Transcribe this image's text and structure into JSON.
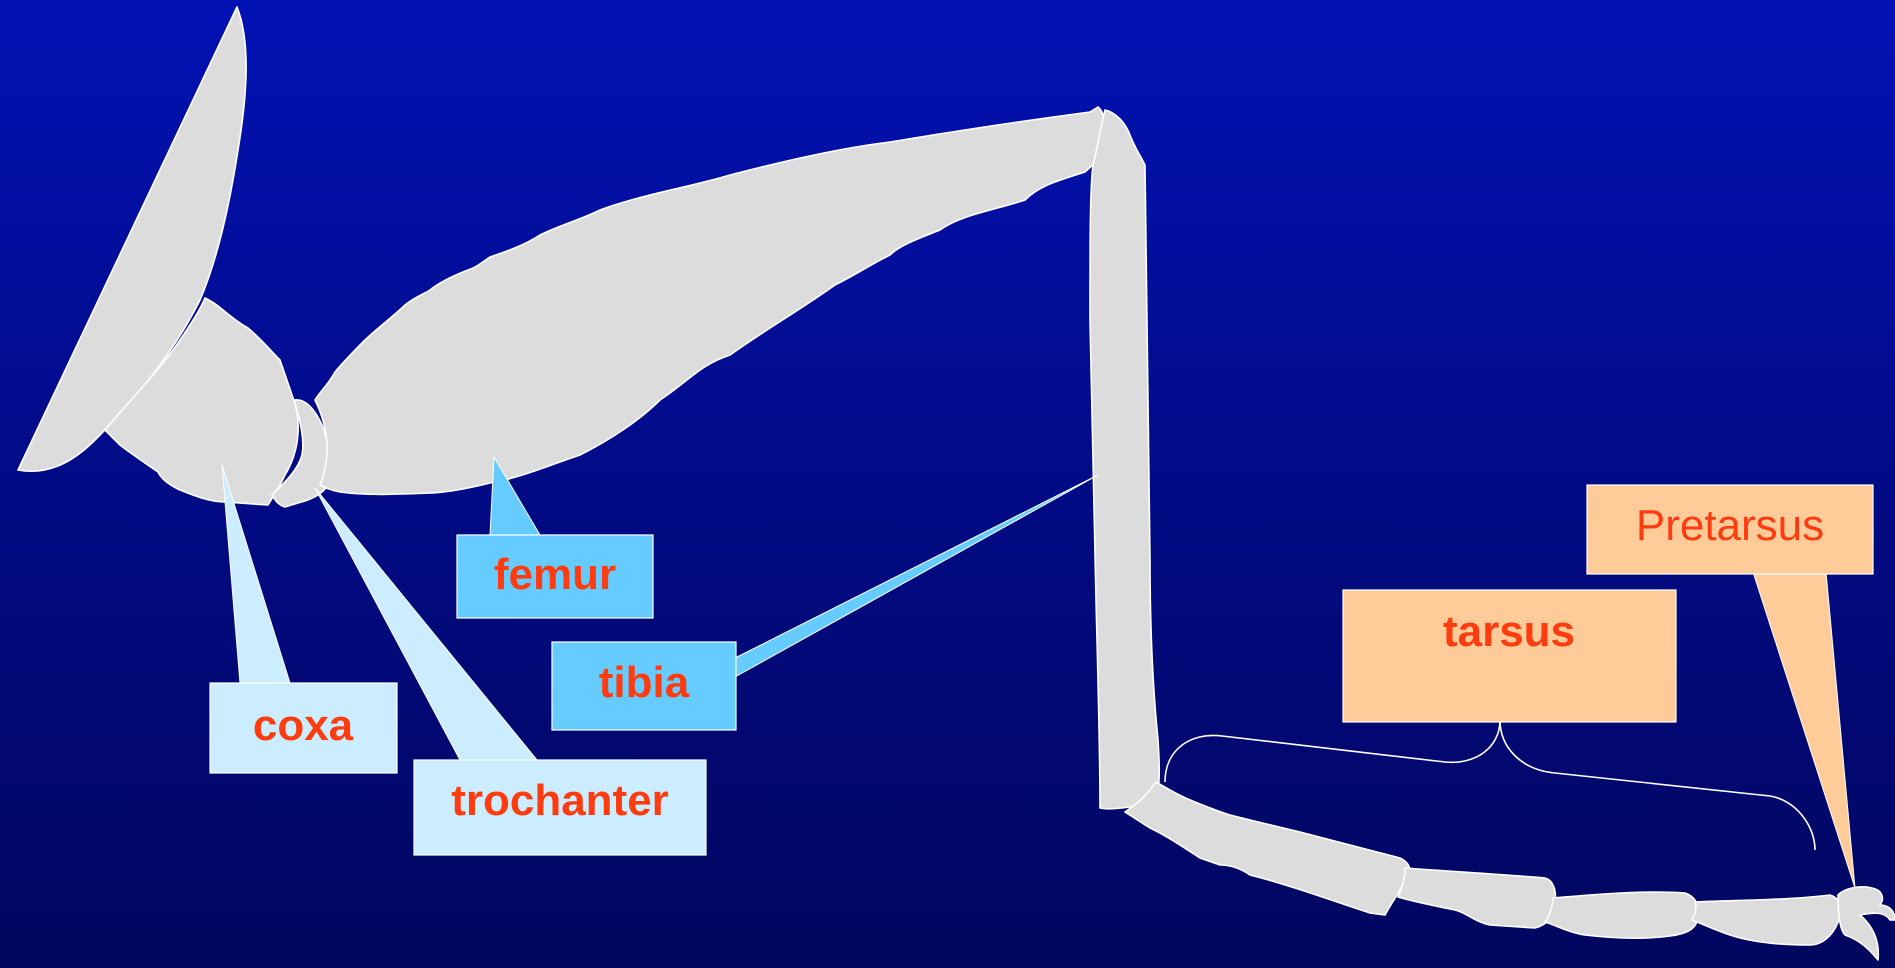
{
  "labels": {
    "coxa": "coxa",
    "trochanter": "trochanter",
    "femur": "femur",
    "tibia": "tibia",
    "tarsus": "tarsus",
    "pretarsus": "Pretarsus"
  },
  "colors": {
    "background_top": "#0212b4",
    "background_bottom": "#01065e",
    "leg_fill": "#dcdcdc",
    "leg_outline": "#ffffff",
    "callout_light": "#ccecff",
    "callout_medium": "#66ccff",
    "callout_orange": "#ffcc99",
    "label_text": "#ff3b10"
  }
}
